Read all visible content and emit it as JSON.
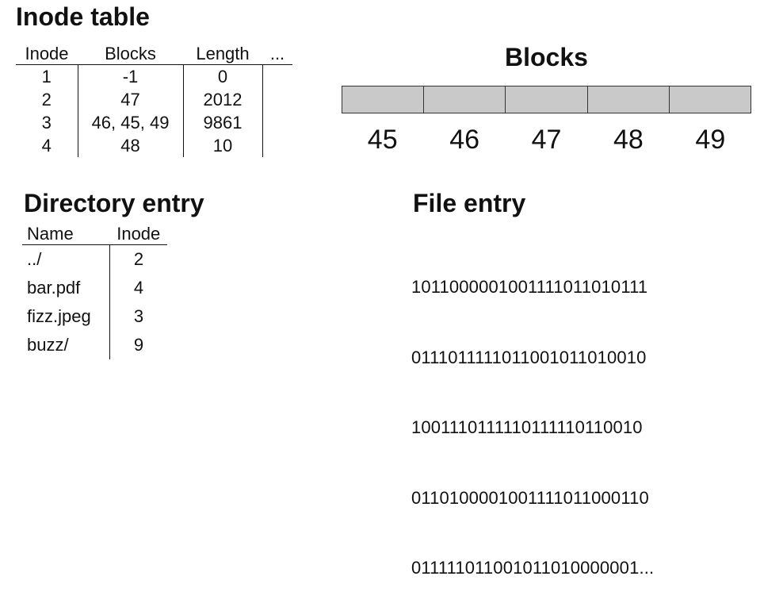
{
  "inode_table": {
    "title": "Inode table",
    "headers": [
      "Inode",
      "Blocks",
      "Length",
      "..."
    ],
    "rows": [
      {
        "inode": "1",
        "blocks": "-1",
        "length": "0"
      },
      {
        "inode": "2",
        "blocks": "47",
        "length": "2012"
      },
      {
        "inode": "3",
        "blocks": "46, 45, 49",
        "length": "9861"
      },
      {
        "inode": "4",
        "blocks": "48",
        "length": "10"
      }
    ]
  },
  "blocks": {
    "title": "Blocks",
    "fill_color": "#c9c9c9",
    "labels": [
      "45",
      "46",
      "47",
      "48",
      "49"
    ]
  },
  "directory_entry": {
    "title": "Directory entry",
    "headers": [
      "Name",
      "Inode"
    ],
    "rows": [
      {
        "name": "../",
        "inode": "2"
      },
      {
        "name": "bar.pdf",
        "inode": "4"
      },
      {
        "name": "fizz.jpeg",
        "inode": "3"
      },
      {
        "name": "buzz/",
        "inode": "9"
      }
    ]
  },
  "file_entry": {
    "title": "File entry",
    "lines": [
      "1011000001001111011010111",
      "0111011111011001011010010",
      "1001110111110111110110010",
      "0110100001001111011000110",
      "011111011001011010000001..."
    ]
  }
}
